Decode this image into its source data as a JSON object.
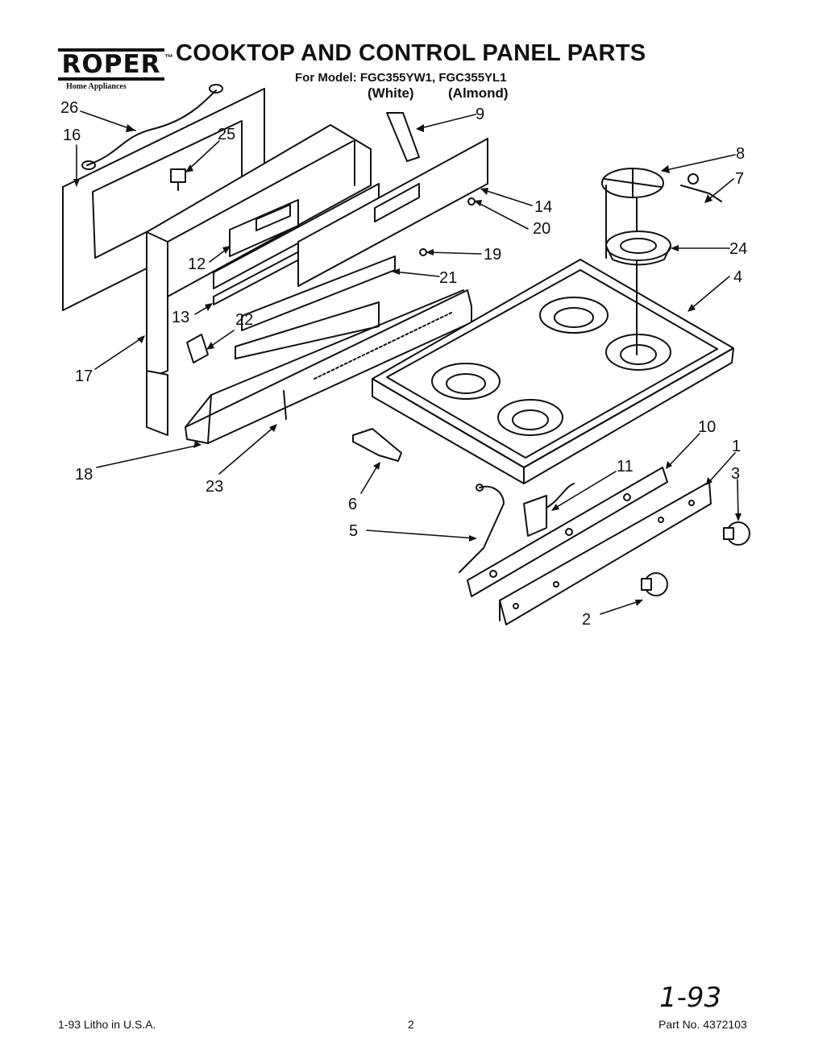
{
  "header": {
    "brand": "ROPER",
    "brand_sub": "Home Appliances",
    "title": "COOKTOP AND CONTROL PANEL PARTS",
    "model_line": "For Model: FGC355YW1, FGC355YL1",
    "color_white": "(White)",
    "color_almond": "(Almond)"
  },
  "callouts": [
    "1",
    "2",
    "3",
    "4",
    "5",
    "6",
    "7",
    "8",
    "9",
    "10",
    "11",
    "12",
    "13",
    "14",
    "16",
    "17",
    "18",
    "19",
    "20",
    "21",
    "22",
    "23",
    "24",
    "25",
    "26"
  ],
  "footer": {
    "print_code": "1-93  Litho in U.S.A.",
    "page_number": "2",
    "part_number": "Part No. 4372103",
    "handwritten": "1-93"
  }
}
